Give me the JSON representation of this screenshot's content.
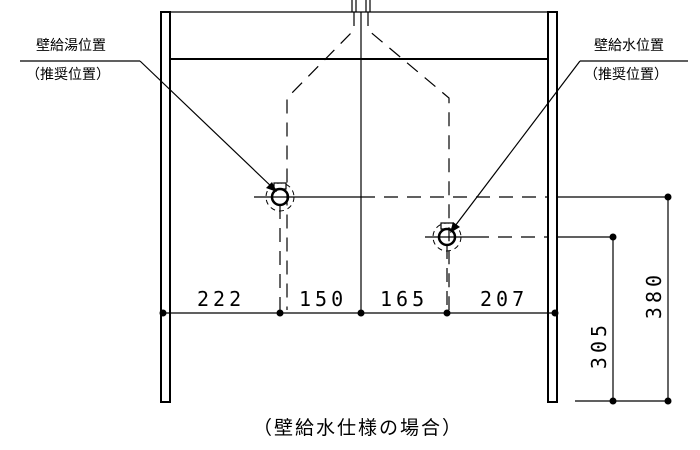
{
  "labels": {
    "hot_title": "壁給湯位置",
    "hot_sub": "（推奨位置）",
    "cold_title": "壁給水位置",
    "cold_sub": "（推奨位置）",
    "caption": "（壁給水仕様の場合）"
  },
  "dimensions": {
    "horizontal": [
      "222",
      "150",
      "165",
      "207"
    ],
    "vertical_305": "305",
    "vertical_380": "380"
  }
}
